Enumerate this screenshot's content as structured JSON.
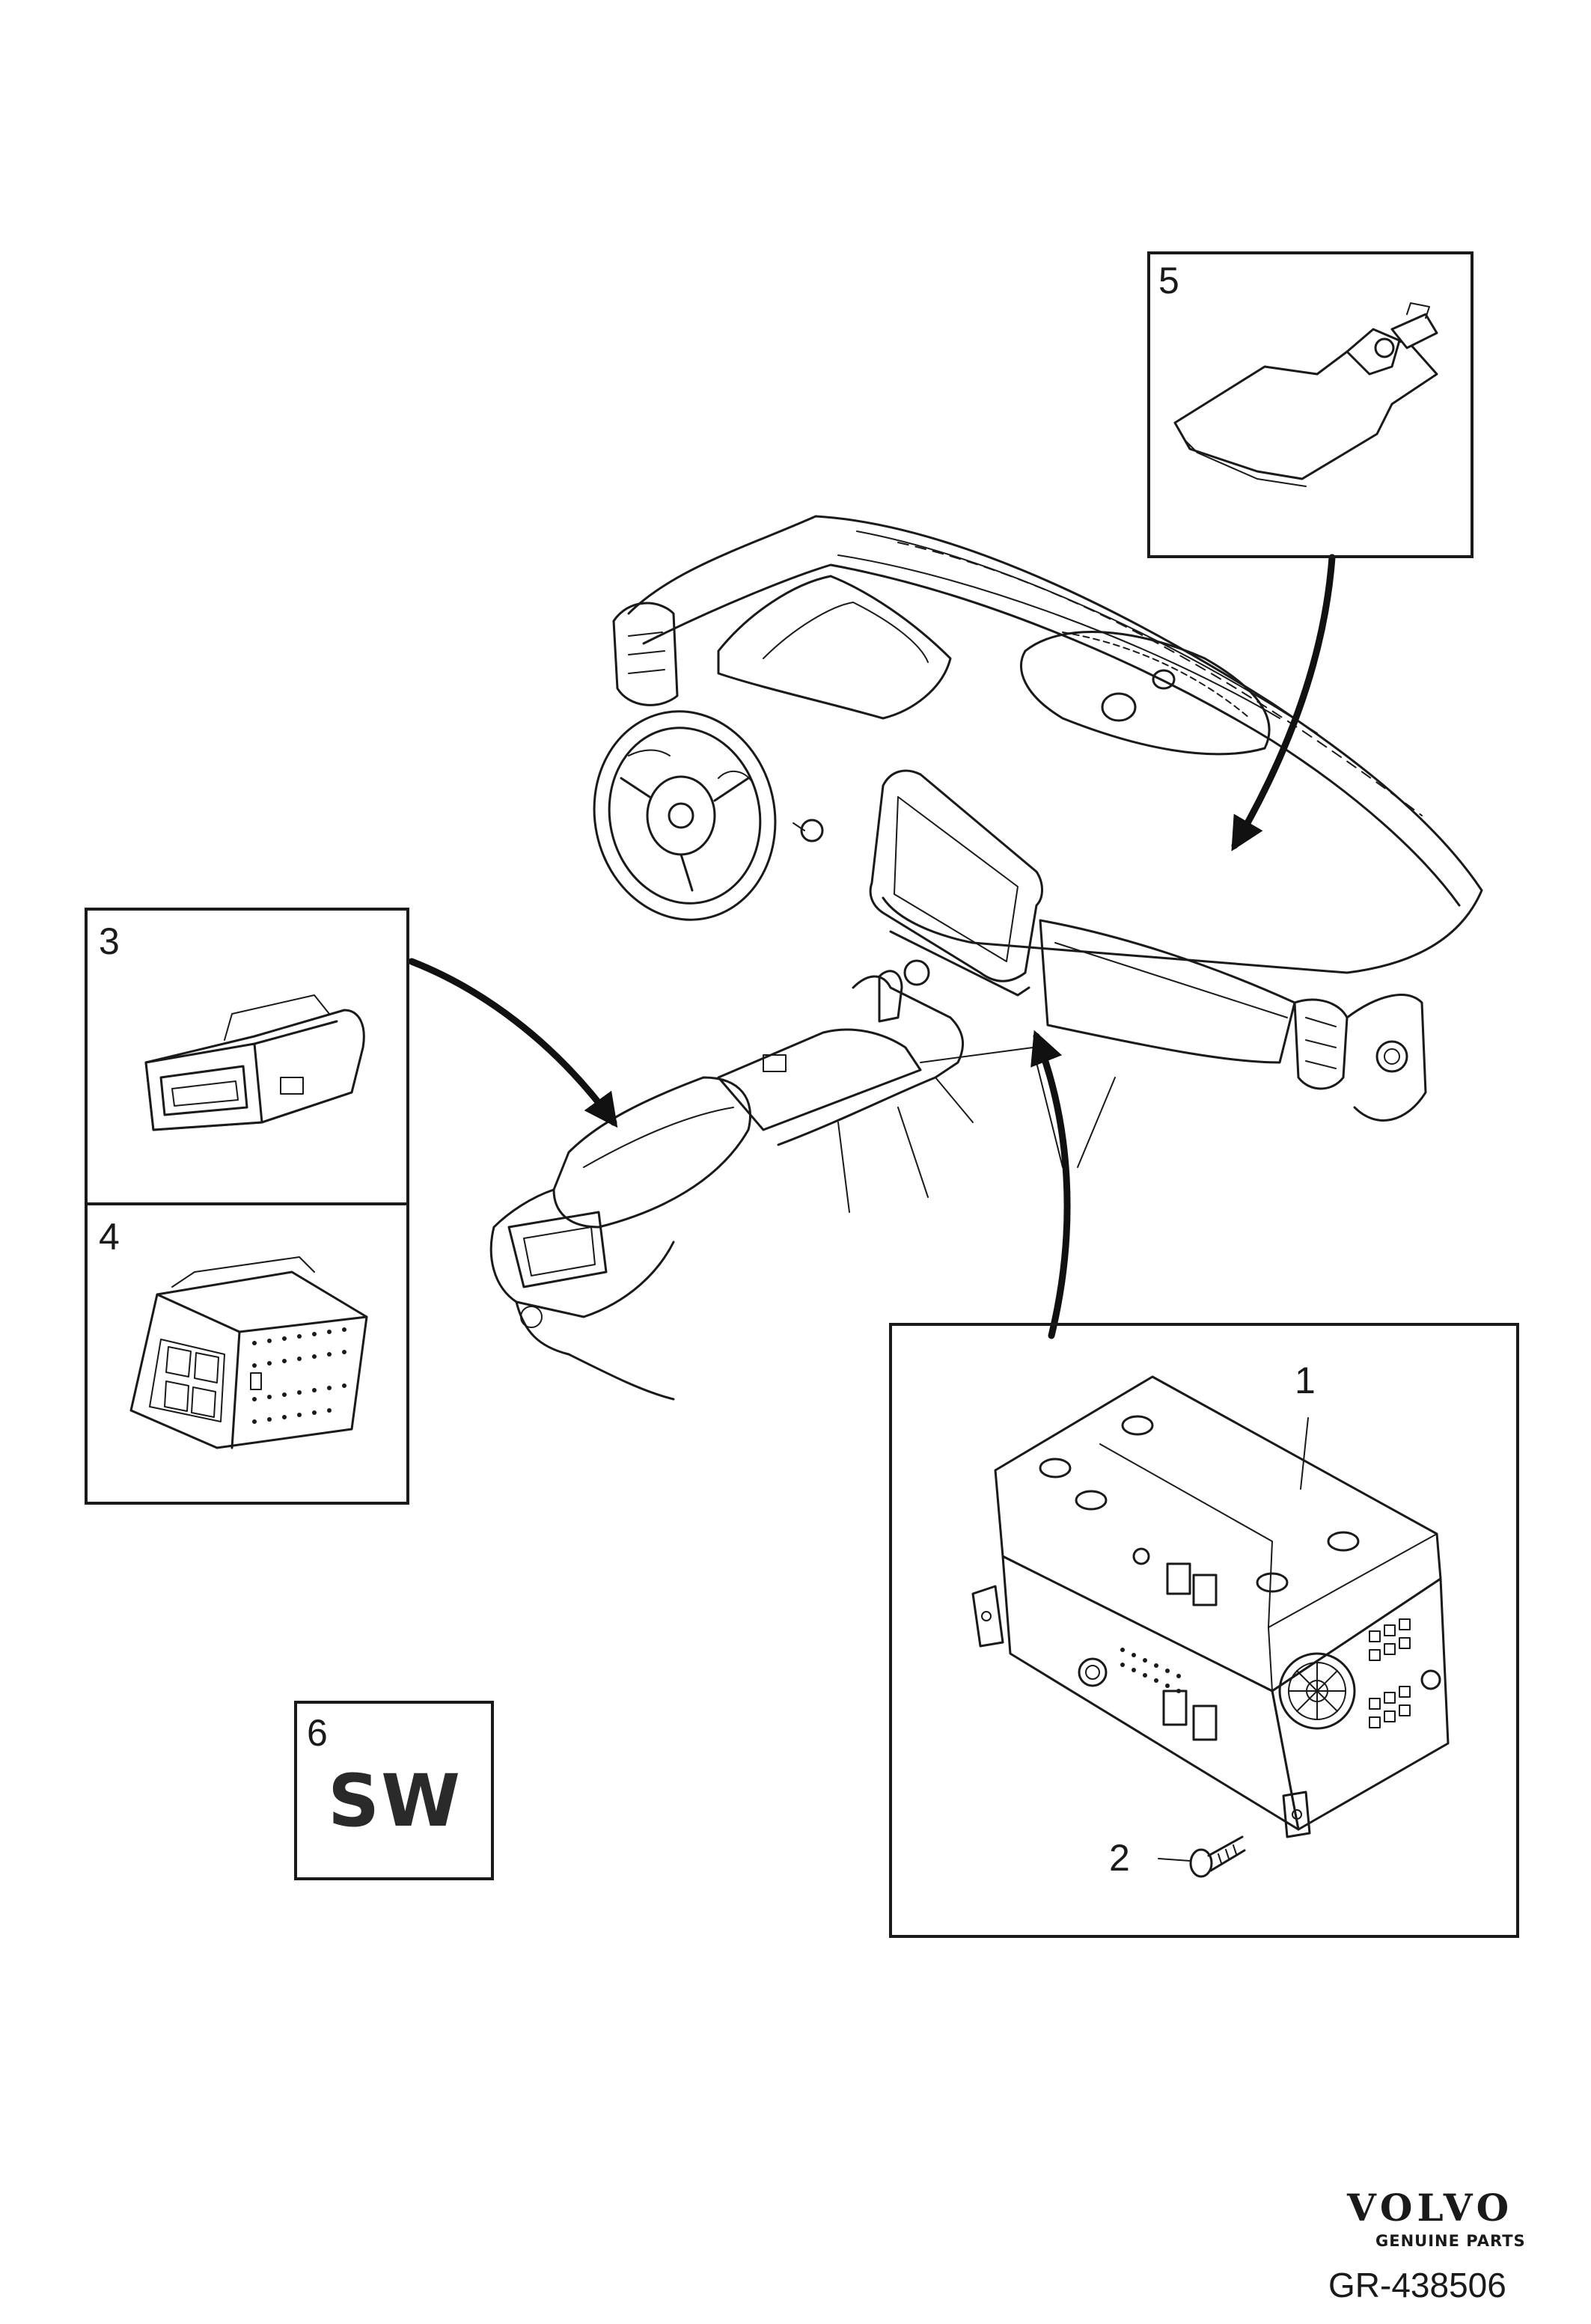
{
  "callouts": {
    "c1": "1",
    "c2": "2",
    "c3": "3",
    "c4": "4",
    "c5": "5",
    "c6": "6"
  },
  "software_label": "SW",
  "brand": {
    "name": "VOLVO",
    "tagline": "GENUINE PARTS"
  },
  "drawing_code": "GR-438506"
}
